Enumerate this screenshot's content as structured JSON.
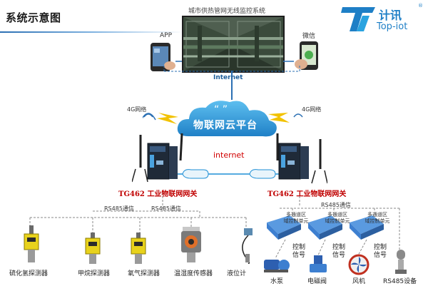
{
  "page_title": "系统示意图",
  "logo": {
    "name_cn": "计讯",
    "name_en": "Top-iot",
    "registered": "®"
  },
  "monitor": {
    "title": "城市供热管网无线监控系统"
  },
  "app_label": "APP",
  "wechat_label": "微信",
  "internet_top": "Internet",
  "cloud_label": "物联网云平台",
  "cloud_quotes": "“  ”",
  "net4g_left": "4G网络",
  "net4g_right": "4G网络",
  "internet_mid": "internet",
  "gateway_left": "TG462 工业物联网网关",
  "gateway_right": "TG462 工业物联网网关",
  "rs485": "RS485通信",
  "sensors": [
    {
      "label": "硫化氢探测器"
    },
    {
      "label": "甲烷探测器"
    },
    {
      "label": "氧气探测器"
    },
    {
      "label": "温湿度传感器"
    },
    {
      "label": "液位计"
    }
  ],
  "zone_unit": "多通道区\n域控制单元",
  "ctrl_signal": "控制\n信号",
  "actuators": [
    {
      "label": "水泵"
    },
    {
      "label": "电磁阀"
    },
    {
      "label": "风机"
    },
    {
      "label": "RS485设备"
    }
  ],
  "colors": {
    "accent": "#1e7fc6",
    "gateway_title": "#c00000",
    "cloud": "#1e8fd6",
    "zone_unit": "#3d7fd0",
    "sensor_yellow": "#e8d21c"
  }
}
